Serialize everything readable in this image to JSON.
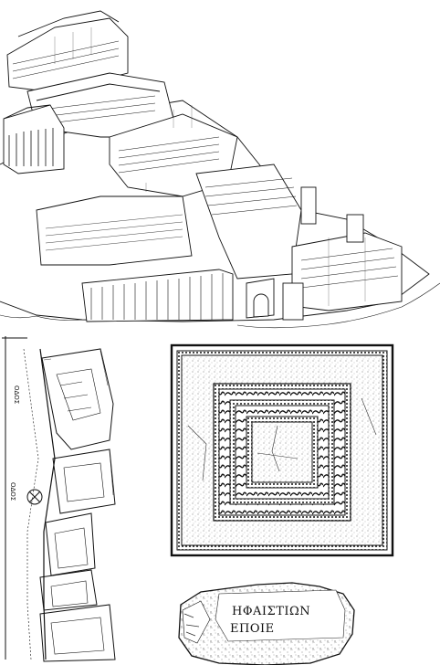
{
  "figures": {
    "reconstruction": {
      "kind": "architectural-reconstruction-drawing"
    },
    "plan": {
      "kind": "site-plan",
      "labels": [
        "ΟΔΟΣ",
        "ΟΔΟΣ"
      ],
      "symbol": "circle-with-cross"
    },
    "mosaic": {
      "kind": "square-mosaic-floor",
      "border_motif": "wave-pattern"
    },
    "inscription": {
      "kind": "inscribed-stone-fragment",
      "lines": [
        "ΗΦΑΙΣΤΙΩΝ",
        "ΕΠΟΙΕ"
      ]
    }
  }
}
